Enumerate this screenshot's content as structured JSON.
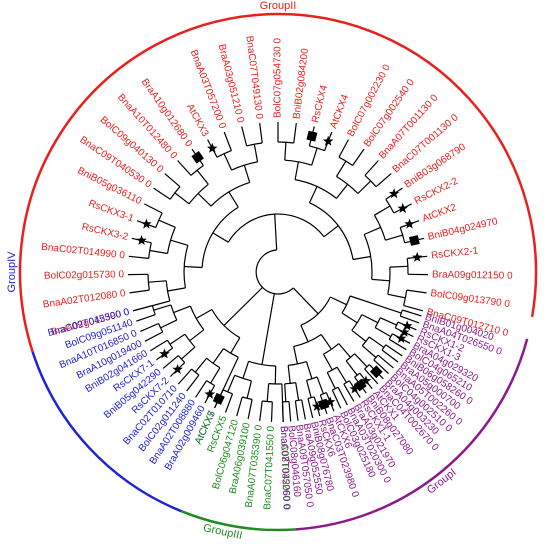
{
  "groups": [
    {
      "name": "GroupII",
      "color": "#e8201e",
      "leaves": [
        {
          "label": "BnaC09T012710 0",
          "marker": null
        },
        {
          "label": "BolC09g013790 0",
          "marker": null
        },
        {
          "label": "BraA09g012150 0",
          "marker": null
        },
        {
          "label": "RsCKX2-1",
          "marker": "star"
        },
        {
          "label": "BniB04g024970",
          "marker": "square"
        },
        {
          "label": "AtCKX2",
          "marker": "star"
        },
        {
          "label": "RsCKX2-2",
          "marker": "star"
        },
        {
          "label": "BniB03g068790",
          "marker": "star"
        },
        {
          "label": "BnaC07T001130 0",
          "marker": null
        },
        {
          "label": "BnaA07T001130 0",
          "marker": null
        },
        {
          "label": "BolC07g002540 0",
          "marker": null
        },
        {
          "label": "BolC07g002230 0",
          "marker": null
        },
        {
          "label": "AtCKX4",
          "marker": "star"
        },
        {
          "label": "RsCKX4",
          "marker": "square"
        },
        {
          "label": "BniB02g084200",
          "marker": null
        },
        {
          "label": "BolC07g054730 0",
          "marker": null
        },
        {
          "label": "BnaC07T049130 0",
          "marker": null
        },
        {
          "label": "BraA03g051210 0",
          "marker": null
        },
        {
          "label": "BnaA03T057200 0",
          "marker": null
        },
        {
          "label": "AtCKX3",
          "marker": "star"
        },
        {
          "label": "BraA10g012680 0",
          "marker": "square"
        },
        {
          "label": "BnaA10T012480 0",
          "marker": null
        },
        {
          "label": "BolC09g040130 0",
          "marker": null
        },
        {
          "label": "BnaC09T040530 0",
          "marker": null
        },
        {
          "label": "BniB05g036110",
          "marker": null
        },
        {
          "label": "RsCKX3-1",
          "marker": "star"
        },
        {
          "label": "RsCKX3-2",
          "marker": "star"
        },
        {
          "label": "BnaC02T014990 0",
          "marker": null
        },
        {
          "label": "BolC02g015730 0",
          "marker": null
        },
        {
          "label": "BnaA02T012080 0",
          "marker": null
        },
        {
          "label": "BraA02g012590 0",
          "marker": null
        }
      ]
    },
    {
      "name": "GroupIV",
      "color": "#1f22d6",
      "leaves": [
        {
          "label": "BnaC09T045300 0",
          "marker": null
        },
        {
          "label": "BolC09g051140",
          "marker": null
        },
        {
          "label": "BnaA10T016850 0",
          "marker": null
        },
        {
          "label": "BraA10g019400",
          "marker": null
        },
        {
          "label": "BniB02g041660",
          "marker": null
        },
        {
          "label": "RsCKX7-1",
          "marker": "star"
        },
        {
          "label": "BniB05g042290",
          "marker": null
        },
        {
          "label": "RsCKX7-2",
          "marker": "star"
        },
        {
          "label": "BnaC02T010710",
          "marker": null
        },
        {
          "label": "BolC02g011240",
          "marker": null
        },
        {
          "label": "BnaA02T008880",
          "marker": null
        },
        {
          "label": "BraA02g009460",
          "marker": "star"
        },
        {
          "label": "AtCKX7",
          "marker": "square"
        }
      ]
    },
    {
      "name": "GroupIII",
      "color": "#218a21",
      "leaves": [
        {
          "label": "AtCKX5",
          "marker": "star"
        },
        {
          "label": "RsCKX5",
          "marker": null
        },
        {
          "label": "BolC06g047120",
          "marker": null
        },
        {
          "label": "BraA06g039100",
          "marker": null
        },
        {
          "label": "BnaA07T035390 0",
          "marker": null
        },
        {
          "label": "BnaC07T041550 0",
          "marker": null
        },
        {
          "label": "BnaA07T035260 0",
          "marker": null
        }
      ]
    },
    {
      "name": "GroupI",
      "color": "#8b1a8b",
      "leaves": [
        {
          "label": "BnaC08T042060 0",
          "marker": null
        },
        {
          "label": "BolC08g046160",
          "marker": null
        },
        {
          "label": "BnaA09T057050 0",
          "marker": null
        },
        {
          "label": "BraA09g052550",
          "marker": null
        },
        {
          "label": "BniB08g076780",
          "marker": null
        },
        {
          "label": "RsCKX6",
          "marker": "star"
        },
        {
          "label": "BnaC03T023980 0",
          "marker": "square"
        },
        {
          "label": "AtCKX6",
          "marker": "star"
        },
        {
          "label": "BolC03g025180",
          "marker": null
        },
        {
          "label": "BnaA03T020300 0",
          "marker": null
        },
        {
          "label": "BraA03g021970",
          "marker": null
        },
        {
          "label": "RsCKX1-1",
          "marker": "star"
        },
        {
          "label": "BniB08g027080",
          "marker": "square"
        },
        {
          "label": "AtCKX1",
          "marker": "star"
        },
        {
          "label": "BnaC04T002670 0",
          "marker": null
        },
        {
          "label": "BraA04g003230",
          "marker": "square"
        },
        {
          "label": "BolC04g002510 0",
          "marker": null
        },
        {
          "label": "BnaA05T002260 0",
          "marker": null
        },
        {
          "label": "BraA05g000700",
          "marker": null
        },
        {
          "label": "BniB06g058260 0",
          "marker": null
        },
        {
          "label": "BolC04g065210",
          "marker": null
        },
        {
          "label": "BraA04g029320",
          "marker": "star"
        },
        {
          "label": "RsCKX1-3",
          "marker": "star"
        },
        {
          "label": "RsCKX1-2",
          "marker": "star"
        },
        {
          "label": "BnaA04T026550 0",
          "marker": null
        },
        {
          "label": "BniB01g004020",
          "marker": null
        }
      ]
    }
  ]
}
